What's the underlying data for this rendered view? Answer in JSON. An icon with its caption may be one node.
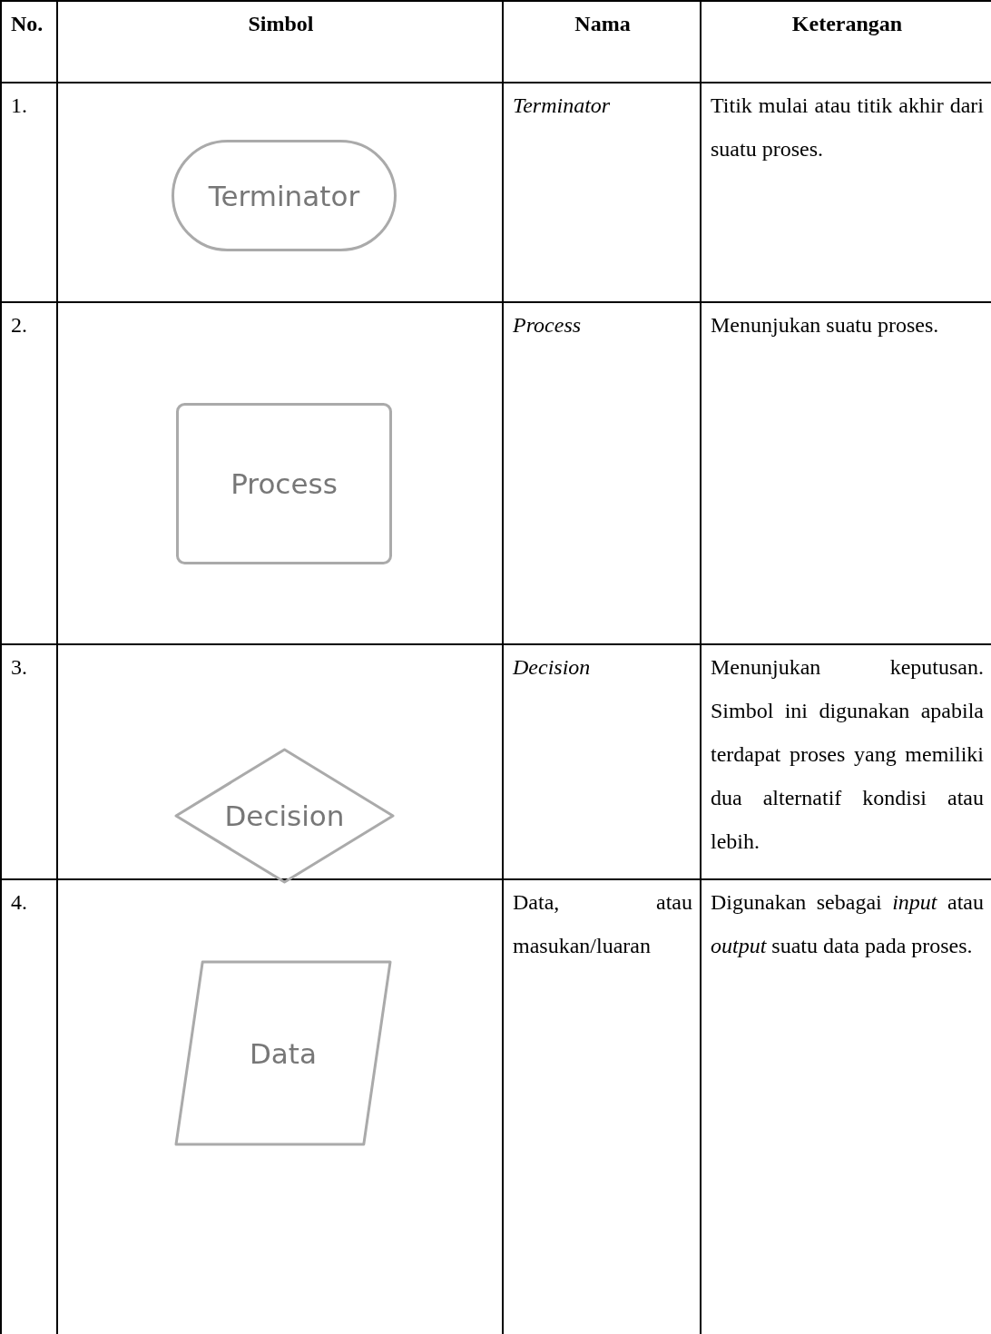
{
  "diagram": {
    "nodes": [
      {
        "text": [
          "Terminator"
        ]
      },
      {
        "text": [
          "Process"
        ]
      },
      {
        "text": [
          "Decision"
        ]
      },
      {
        "text": [
          "Data"
        ]
      }
    ],
    "labels": [
      "No.",
      "Simbol",
      "Nama",
      "Keterangan",
      "1.",
      "Terminator",
      "Titik mulai atau titik akhir dari suatu proses.",
      "2.",
      "Process",
      "Menunjukan suatu proses.",
      "3.",
      "Decision",
      "Menunjukan keputusan. Simbol ini digunakan apabila terdapat proses yang memiliki dua alternatif kondisi atau lebih.",
      "4.",
      "Data, atau masukan/luaran",
      "Digunakan sebagai *input* atau *output* suatu data pada proses."
    ]
  }
}
